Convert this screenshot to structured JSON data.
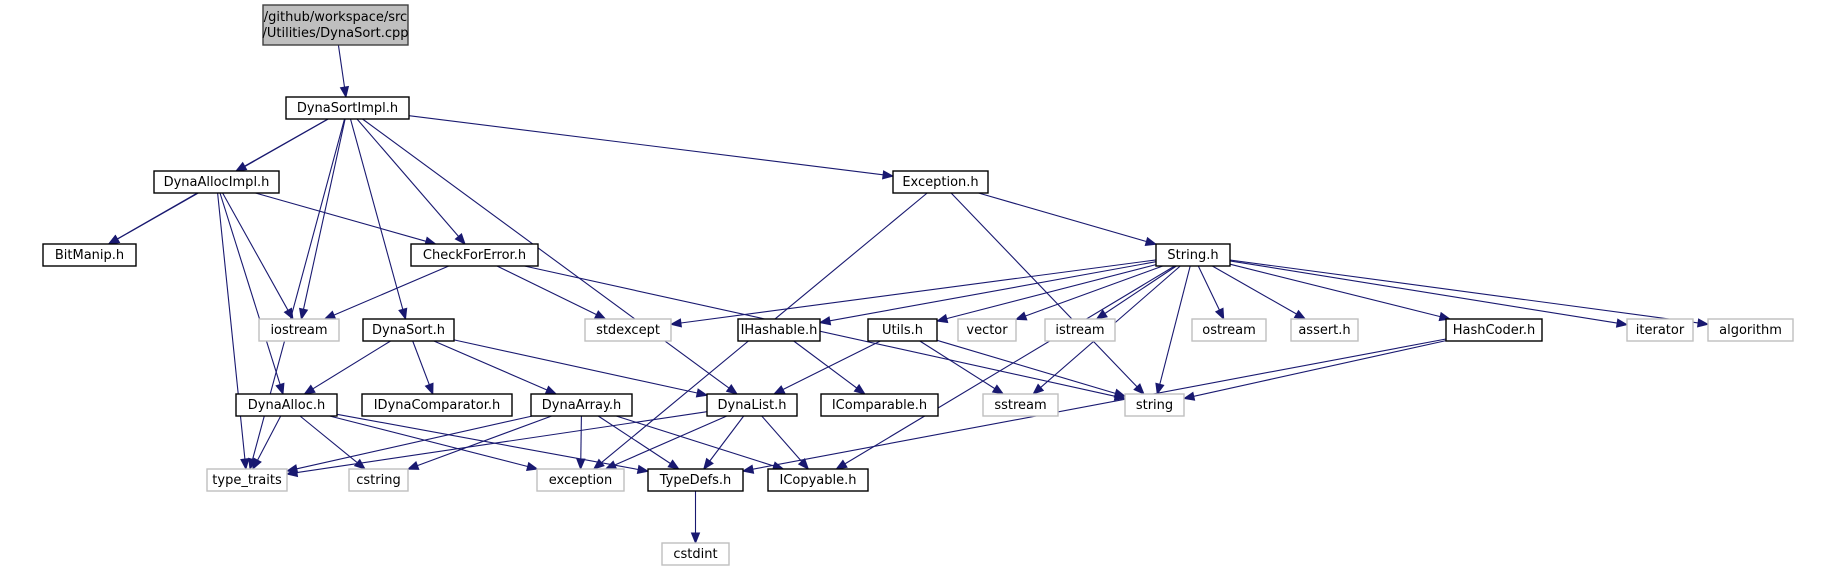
{
  "title": "/github/workspace/src/Utilities/DynaSort.cpp",
  "colors": {
    "edge": "#191970",
    "root_fill": "#bfbfbf",
    "root_border": "#404040",
    "doc_border": "#000000",
    "ext_border": "#bfbfbf",
    "node_fill": "#ffffff"
  },
  "nodes": [
    {
      "id": "root",
      "lines": [
        "/github/workspace/src",
        "/Utilities/DynaSort.cpp"
      ],
      "kind": "root"
    },
    {
      "id": "DynaSortImpl",
      "lines": [
        "DynaSortImpl.h"
      ],
      "kind": "doc"
    },
    {
      "id": "DynaAllocImpl",
      "lines": [
        "DynaAllocImpl.h"
      ],
      "kind": "doc"
    },
    {
      "id": "Exception",
      "lines": [
        "Exception.h"
      ],
      "kind": "doc"
    },
    {
      "id": "BitManip",
      "lines": [
        "BitManip.h"
      ],
      "kind": "doc"
    },
    {
      "id": "CheckForError",
      "lines": [
        "CheckForError.h"
      ],
      "kind": "doc"
    },
    {
      "id": "String",
      "lines": [
        "String.h"
      ],
      "kind": "doc"
    },
    {
      "id": "iostream",
      "lines": [
        "iostream"
      ],
      "kind": "ext"
    },
    {
      "id": "DynaSort",
      "lines": [
        "DynaSort.h"
      ],
      "kind": "doc"
    },
    {
      "id": "stdexcept",
      "lines": [
        "stdexcept"
      ],
      "kind": "ext"
    },
    {
      "id": "IHashable",
      "lines": [
        "IHashable.h"
      ],
      "kind": "doc"
    },
    {
      "id": "Utils",
      "lines": [
        "Utils.h"
      ],
      "kind": "doc"
    },
    {
      "id": "vector",
      "lines": [
        "vector"
      ],
      "kind": "ext"
    },
    {
      "id": "istream",
      "lines": [
        "istream"
      ],
      "kind": "ext"
    },
    {
      "id": "ostream",
      "lines": [
        "ostream"
      ],
      "kind": "ext"
    },
    {
      "id": "assert",
      "lines": [
        "assert.h"
      ],
      "kind": "ext"
    },
    {
      "id": "HashCoder",
      "lines": [
        "HashCoder.h"
      ],
      "kind": "doc"
    },
    {
      "id": "iterator",
      "lines": [
        "iterator"
      ],
      "kind": "ext"
    },
    {
      "id": "algorithm",
      "lines": [
        "algorithm"
      ],
      "kind": "ext"
    },
    {
      "id": "DynaAlloc",
      "lines": [
        "DynaAlloc.h"
      ],
      "kind": "doc"
    },
    {
      "id": "IDynaComparator",
      "lines": [
        "IDynaComparator.h"
      ],
      "kind": "doc"
    },
    {
      "id": "DynaArray",
      "lines": [
        "DynaArray.h"
      ],
      "kind": "doc"
    },
    {
      "id": "DynaList",
      "lines": [
        "DynaList.h"
      ],
      "kind": "doc"
    },
    {
      "id": "IComparable",
      "lines": [
        "IComparable.h"
      ],
      "kind": "doc"
    },
    {
      "id": "sstream",
      "lines": [
        "sstream"
      ],
      "kind": "ext"
    },
    {
      "id": "string",
      "lines": [
        "string"
      ],
      "kind": "ext"
    },
    {
      "id": "type_traits",
      "lines": [
        "type_traits"
      ],
      "kind": "ext"
    },
    {
      "id": "cstring",
      "lines": [
        "cstring"
      ],
      "kind": "ext"
    },
    {
      "id": "exception",
      "lines": [
        "exception"
      ],
      "kind": "ext"
    },
    {
      "id": "TypeDefs",
      "lines": [
        "TypeDefs.h"
      ],
      "kind": "doc"
    },
    {
      "id": "ICopyable",
      "lines": [
        "ICopyable.h"
      ],
      "kind": "doc"
    },
    {
      "id": "cstdint",
      "lines": [
        "cstdint"
      ],
      "kind": "ext"
    }
  ],
  "edges": [
    [
      "root",
      "DynaSortImpl"
    ],
    [
      "DynaSortImpl",
      "DynaAllocImpl"
    ],
    [
      "DynaSortImpl",
      "BitManip"
    ],
    [
      "DynaSortImpl",
      "type_traits"
    ],
    [
      "DynaSortImpl",
      "iostream"
    ],
    [
      "DynaSortImpl",
      "DynaSort"
    ],
    [
      "DynaSortImpl",
      "CheckForError"
    ],
    [
      "DynaSortImpl",
      "DynaList"
    ],
    [
      "DynaSortImpl",
      "Exception"
    ],
    [
      "DynaAllocImpl",
      "BitManip"
    ],
    [
      "DynaAllocImpl",
      "CheckForError"
    ],
    [
      "DynaAllocImpl",
      "iostream"
    ],
    [
      "DynaAllocImpl",
      "DynaAlloc"
    ],
    [
      "DynaAllocImpl",
      "type_traits"
    ],
    [
      "CheckForError",
      "iostream"
    ],
    [
      "CheckForError",
      "stdexcept"
    ],
    [
      "CheckForError",
      "string"
    ],
    [
      "Exception",
      "String"
    ],
    [
      "Exception",
      "exception"
    ],
    [
      "Exception",
      "string"
    ],
    [
      "String",
      "stdexcept"
    ],
    [
      "String",
      "IHashable"
    ],
    [
      "String",
      "Utils"
    ],
    [
      "String",
      "vector"
    ],
    [
      "String",
      "istream"
    ],
    [
      "String",
      "ostream"
    ],
    [
      "String",
      "assert"
    ],
    [
      "String",
      "HashCoder"
    ],
    [
      "String",
      "iterator"
    ],
    [
      "String",
      "algorithm"
    ],
    [
      "String",
      "string"
    ],
    [
      "String",
      "sstream"
    ],
    [
      "String",
      "ICopyable"
    ],
    [
      "DynaSort",
      "DynaAlloc"
    ],
    [
      "DynaSort",
      "IDynaComparator"
    ],
    [
      "DynaSort",
      "DynaArray"
    ],
    [
      "DynaSort",
      "DynaList"
    ],
    [
      "IHashable",
      "IComparable"
    ],
    [
      "Utils",
      "DynaList"
    ],
    [
      "Utils",
      "sstream"
    ],
    [
      "Utils",
      "string"
    ],
    [
      "HashCoder",
      "string"
    ],
    [
      "HashCoder",
      "TypeDefs"
    ],
    [
      "DynaAlloc",
      "type_traits"
    ],
    [
      "DynaAlloc",
      "cstring"
    ],
    [
      "DynaAlloc",
      "exception"
    ],
    [
      "DynaAlloc",
      "TypeDefs"
    ],
    [
      "DynaArray",
      "type_traits"
    ],
    [
      "DynaArray",
      "cstring"
    ],
    [
      "DynaArray",
      "exception"
    ],
    [
      "DynaArray",
      "TypeDefs"
    ],
    [
      "DynaArray",
      "ICopyable"
    ],
    [
      "DynaList",
      "type_traits"
    ],
    [
      "DynaList",
      "exception"
    ],
    [
      "DynaList",
      "TypeDefs"
    ],
    [
      "DynaList",
      "ICopyable"
    ],
    [
      "TypeDefs",
      "cstdint"
    ]
  ]
}
